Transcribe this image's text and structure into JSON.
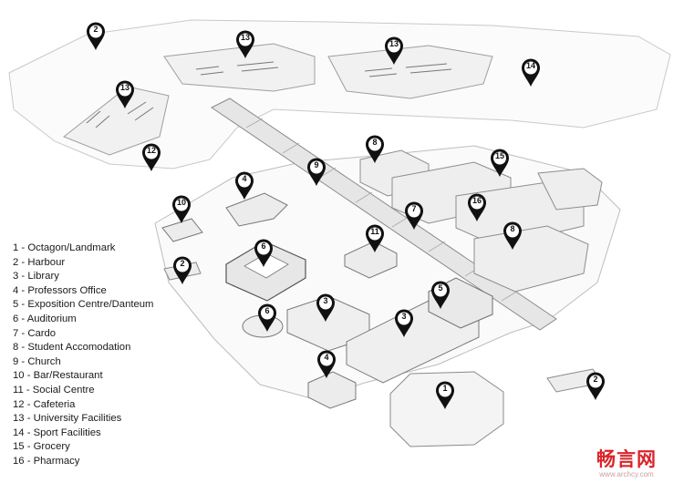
{
  "legend": [
    "1 - Octagon/Landmark",
    "2 - Harbour",
    "3 - Library",
    "4 - Professors Office",
    "5 - Exposition Centre/Danteum",
    "6 - Auditorium",
    "7 - Cardo",
    "8 - Student Accomodation",
    "9 - Church",
    "10 - Bar/Restaurant",
    "11 - Social Centre",
    "12 - Cafeteria",
    "13 - University Facilities",
    "14 - Sport Facilities",
    "15 - Grocery",
    "16 - Pharmacy"
  ],
  "markers": [
    "2",
    "13",
    "13",
    "14",
    "13",
    "12",
    "8",
    "9",
    "15",
    "4",
    "10",
    "7",
    "16",
    "11",
    "8",
    "6",
    "2",
    "3",
    "5",
    "6",
    "3",
    "4",
    "1",
    "2"
  ],
  "watermark": {
    "brand": "畅言网",
    "url": "www.archcy.com"
  }
}
